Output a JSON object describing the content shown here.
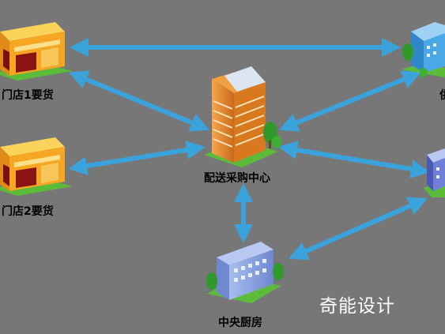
{
  "nodes": {
    "store1": {
      "label": "门店1要货"
    },
    "store2": {
      "label": "门店2要货"
    },
    "center": {
      "label": "配送采购中心"
    },
    "kitchen": {
      "label": "中央厨房"
    },
    "supplier_partial": {
      "label": "供"
    }
  },
  "watermark": "奇能设计",
  "colors": {
    "background": "#777777",
    "arrow": "#3ba3dc",
    "store_orange": "#f5a623",
    "store_roof": "#fbd25a",
    "center_tower": "#e88a2e",
    "kitchen_blue": "#8fa8e8",
    "supplier_blue": "#4aa8e8",
    "grass": "#5dbb3a",
    "tree": "#2f9a2a"
  }
}
